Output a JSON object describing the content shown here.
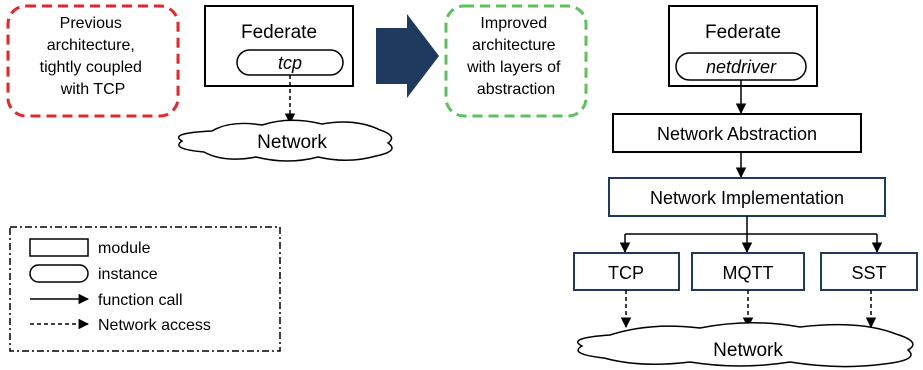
{
  "left": {
    "note_lines": [
      "Previous",
      "architecture,",
      "tightly coupled",
      "with TCP"
    ],
    "federate_label": "Federate",
    "instance_label": "tcp",
    "network_label": "Network"
  },
  "right": {
    "note_lines": [
      "Improved",
      "architecture",
      "with layers of",
      "abstraction"
    ],
    "federate_label": "Federate",
    "instance_label": "netdriver",
    "abstraction_label": "Network Abstraction",
    "implementation_label": "Network Implementation",
    "modules": [
      "TCP",
      "MQTT",
      "SST"
    ],
    "network_label": "Network"
  },
  "legend": {
    "module": "module",
    "instance": "instance",
    "function_call": "function call",
    "network_access": "Network access"
  },
  "colors": {
    "previous_border": "#e8262a",
    "improved_border": "#5cc25a",
    "transition_arrow": "#1f3a5f"
  }
}
